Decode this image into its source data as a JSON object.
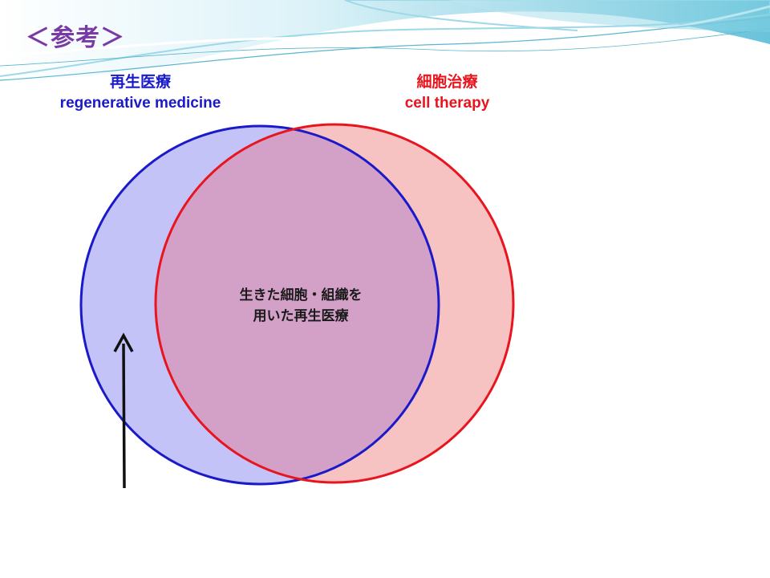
{
  "slide": {
    "title": "＜参考＞"
  },
  "sets": {
    "regenerative_medicine": {
      "label_ja": "再生医療",
      "label_en": "regenerative medicine",
      "stroke": "#1a1ac8",
      "fill": "#c3c3f7"
    },
    "cell_therapy": {
      "label_ja": "細胞治療",
      "label_en": "cell therapy",
      "stroke": "#e8141e",
      "fill": "#f7c2c2"
    }
  },
  "overlap": {
    "line1": "生きた細胞・組織を",
    "line2": "用いた再生医療",
    "fill": "#d3a0c8"
  },
  "arrow": {
    "color": "#111111",
    "direction": "up"
  }
}
